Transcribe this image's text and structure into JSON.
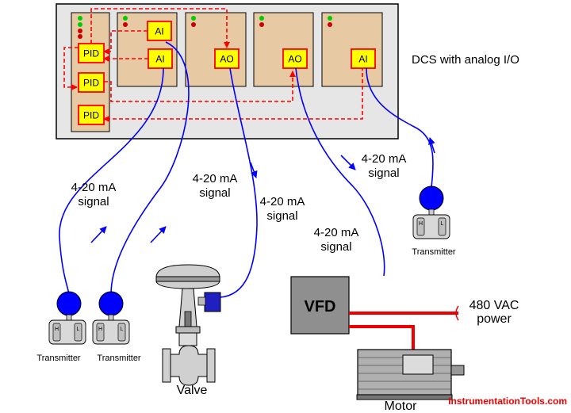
{
  "title": "DCS with analog I/O",
  "modules": {
    "pid_1": "PID",
    "pid_2": "PID",
    "pid_3": "PID",
    "card1_ai_top": "AI",
    "card1_ai_bottom": "AI",
    "card2_ao": "AO",
    "card3_ao": "AO",
    "card4_ai": "AI"
  },
  "signals": {
    "s1": [
      "4-20 mA",
      "signal"
    ],
    "s2": [
      "4-20 mA",
      "signal"
    ],
    "s3": [
      "4-20 mA",
      "signal"
    ],
    "s4": [
      "4-20 mA",
      "signal"
    ],
    "s5": [
      "4-20 mA",
      "signal"
    ]
  },
  "field": {
    "transmitter_1": "Transmitter",
    "transmitter_2": "Transmitter",
    "transmitter_3": "Transmitter",
    "transmitter_letter_h": "H",
    "transmitter_letter_l": "L",
    "valve": "Valve",
    "vfd": "VFD",
    "motor": "Motor",
    "power": [
      "480 VAC",
      "power"
    ]
  },
  "watermark": "InstrumentationTools.com",
  "colors": {
    "rack": "#e6e6e6",
    "card": "#e7c9a4",
    "module_fill": "#ffff00",
    "module_border": "#ff0000",
    "signal_wire": "#0000ff",
    "control_link": "#ff0000",
    "power_wire": "#ee0000",
    "transmitter_bulb": "#0000ff",
    "watermark": "#ee0000"
  }
}
